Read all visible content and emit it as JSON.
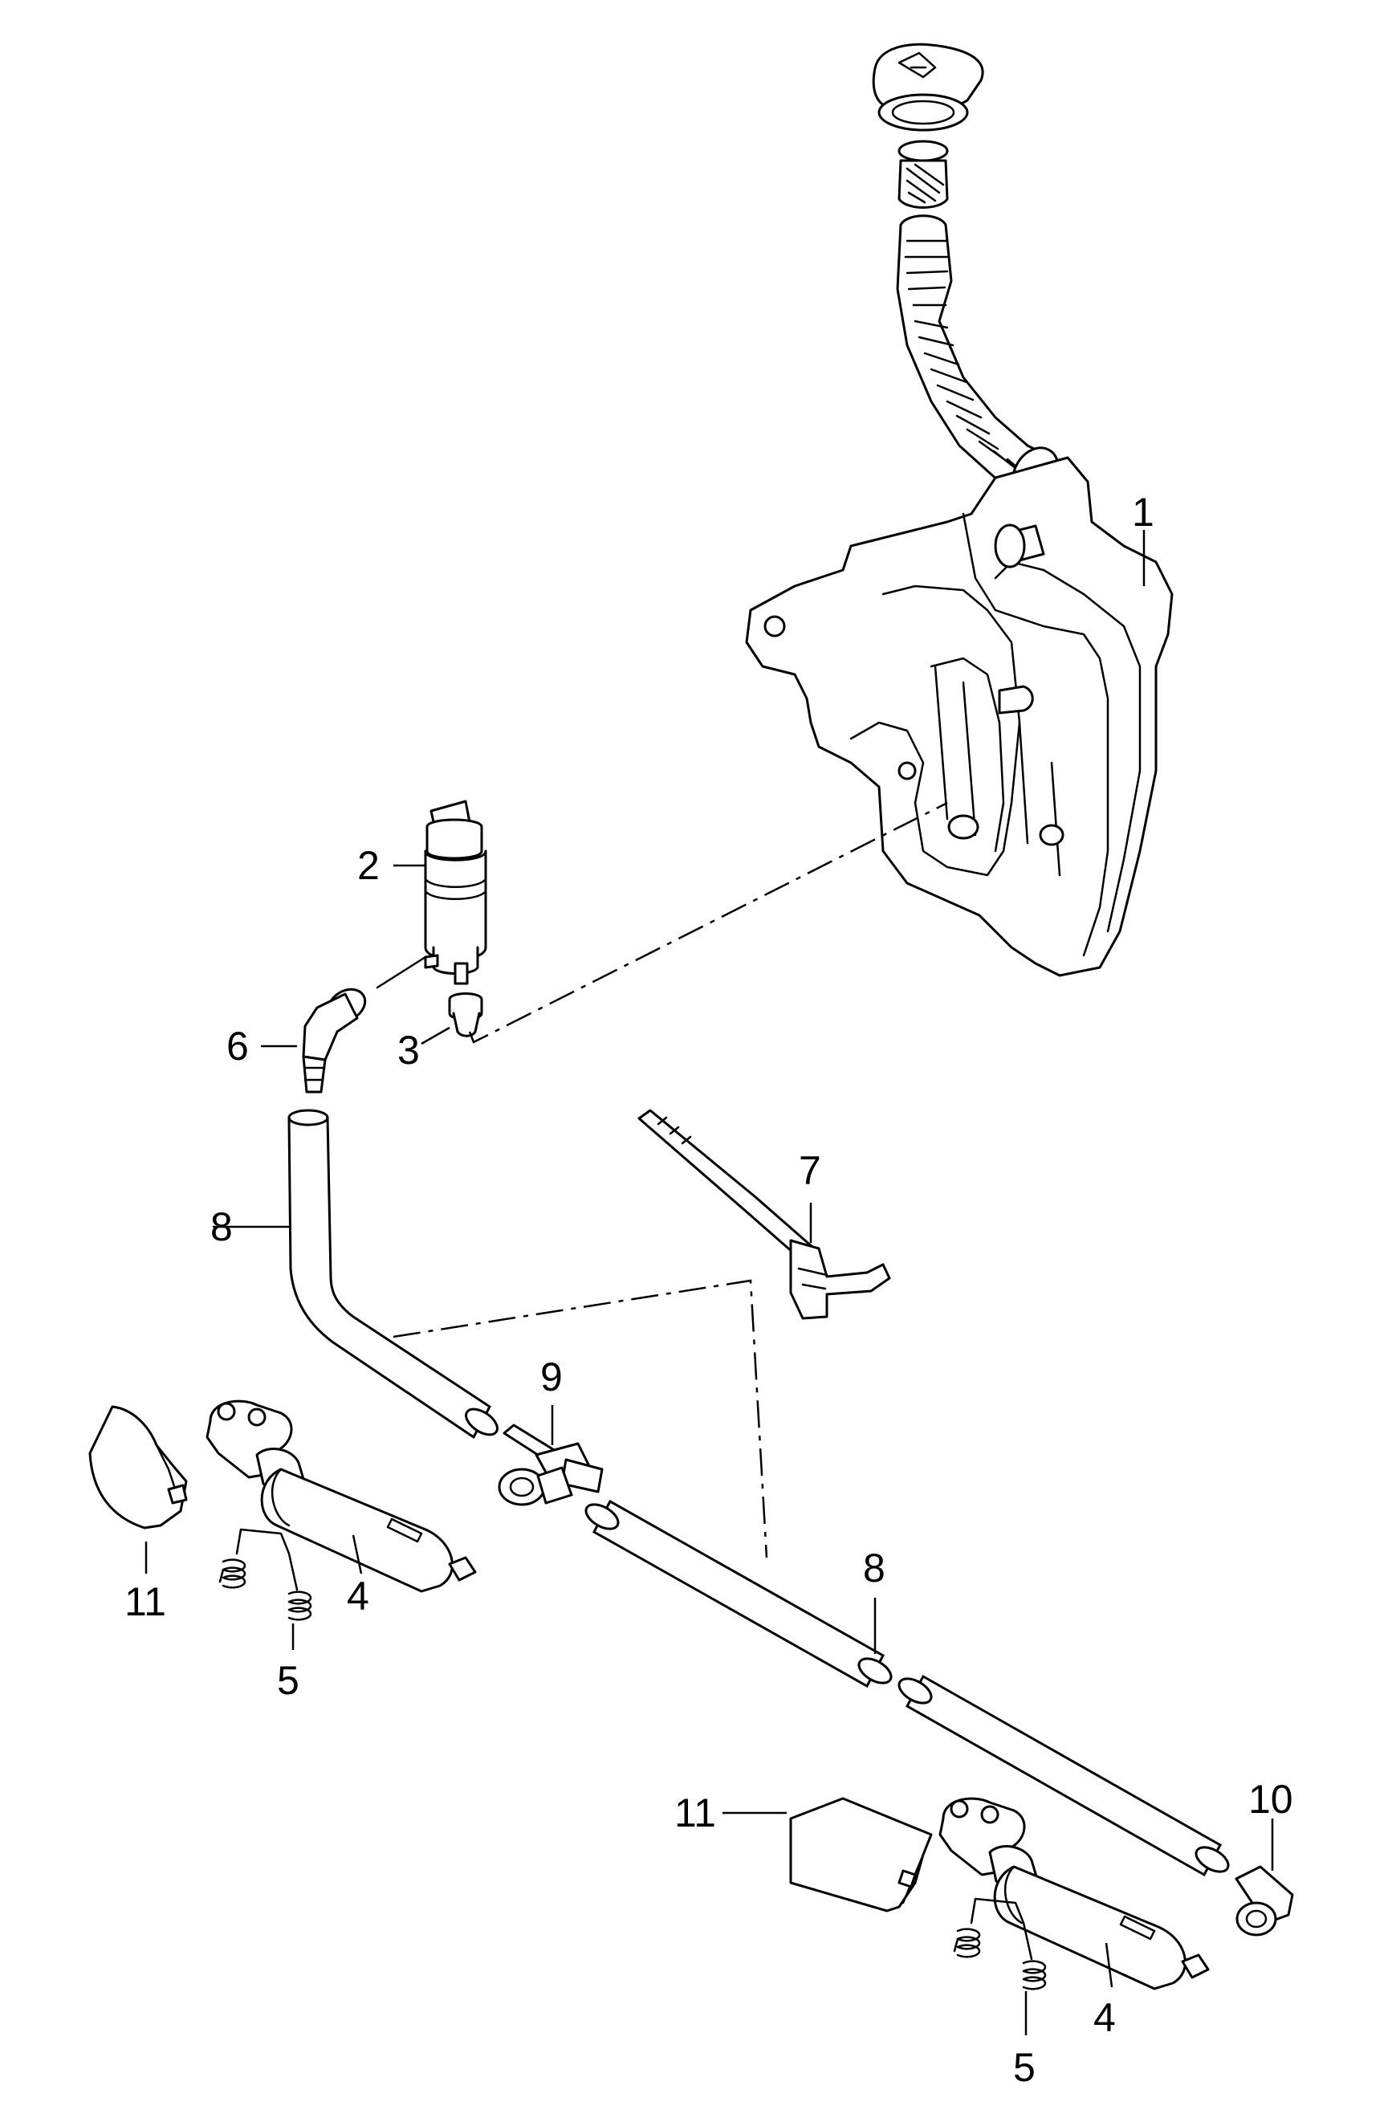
{
  "callouts": {
    "c1": "1",
    "c2": "2",
    "c3": "3",
    "c4a": "4",
    "c4b": "4",
    "c5a": "5",
    "c5b": "5",
    "c6": "6",
    "c7": "7",
    "c8a": "8",
    "c8b": "8",
    "c9": "9",
    "c10": "10",
    "c11a": "11",
    "c11b": "11"
  },
  "colors": {
    "line": "#000000",
    "background": "#ffffff"
  }
}
